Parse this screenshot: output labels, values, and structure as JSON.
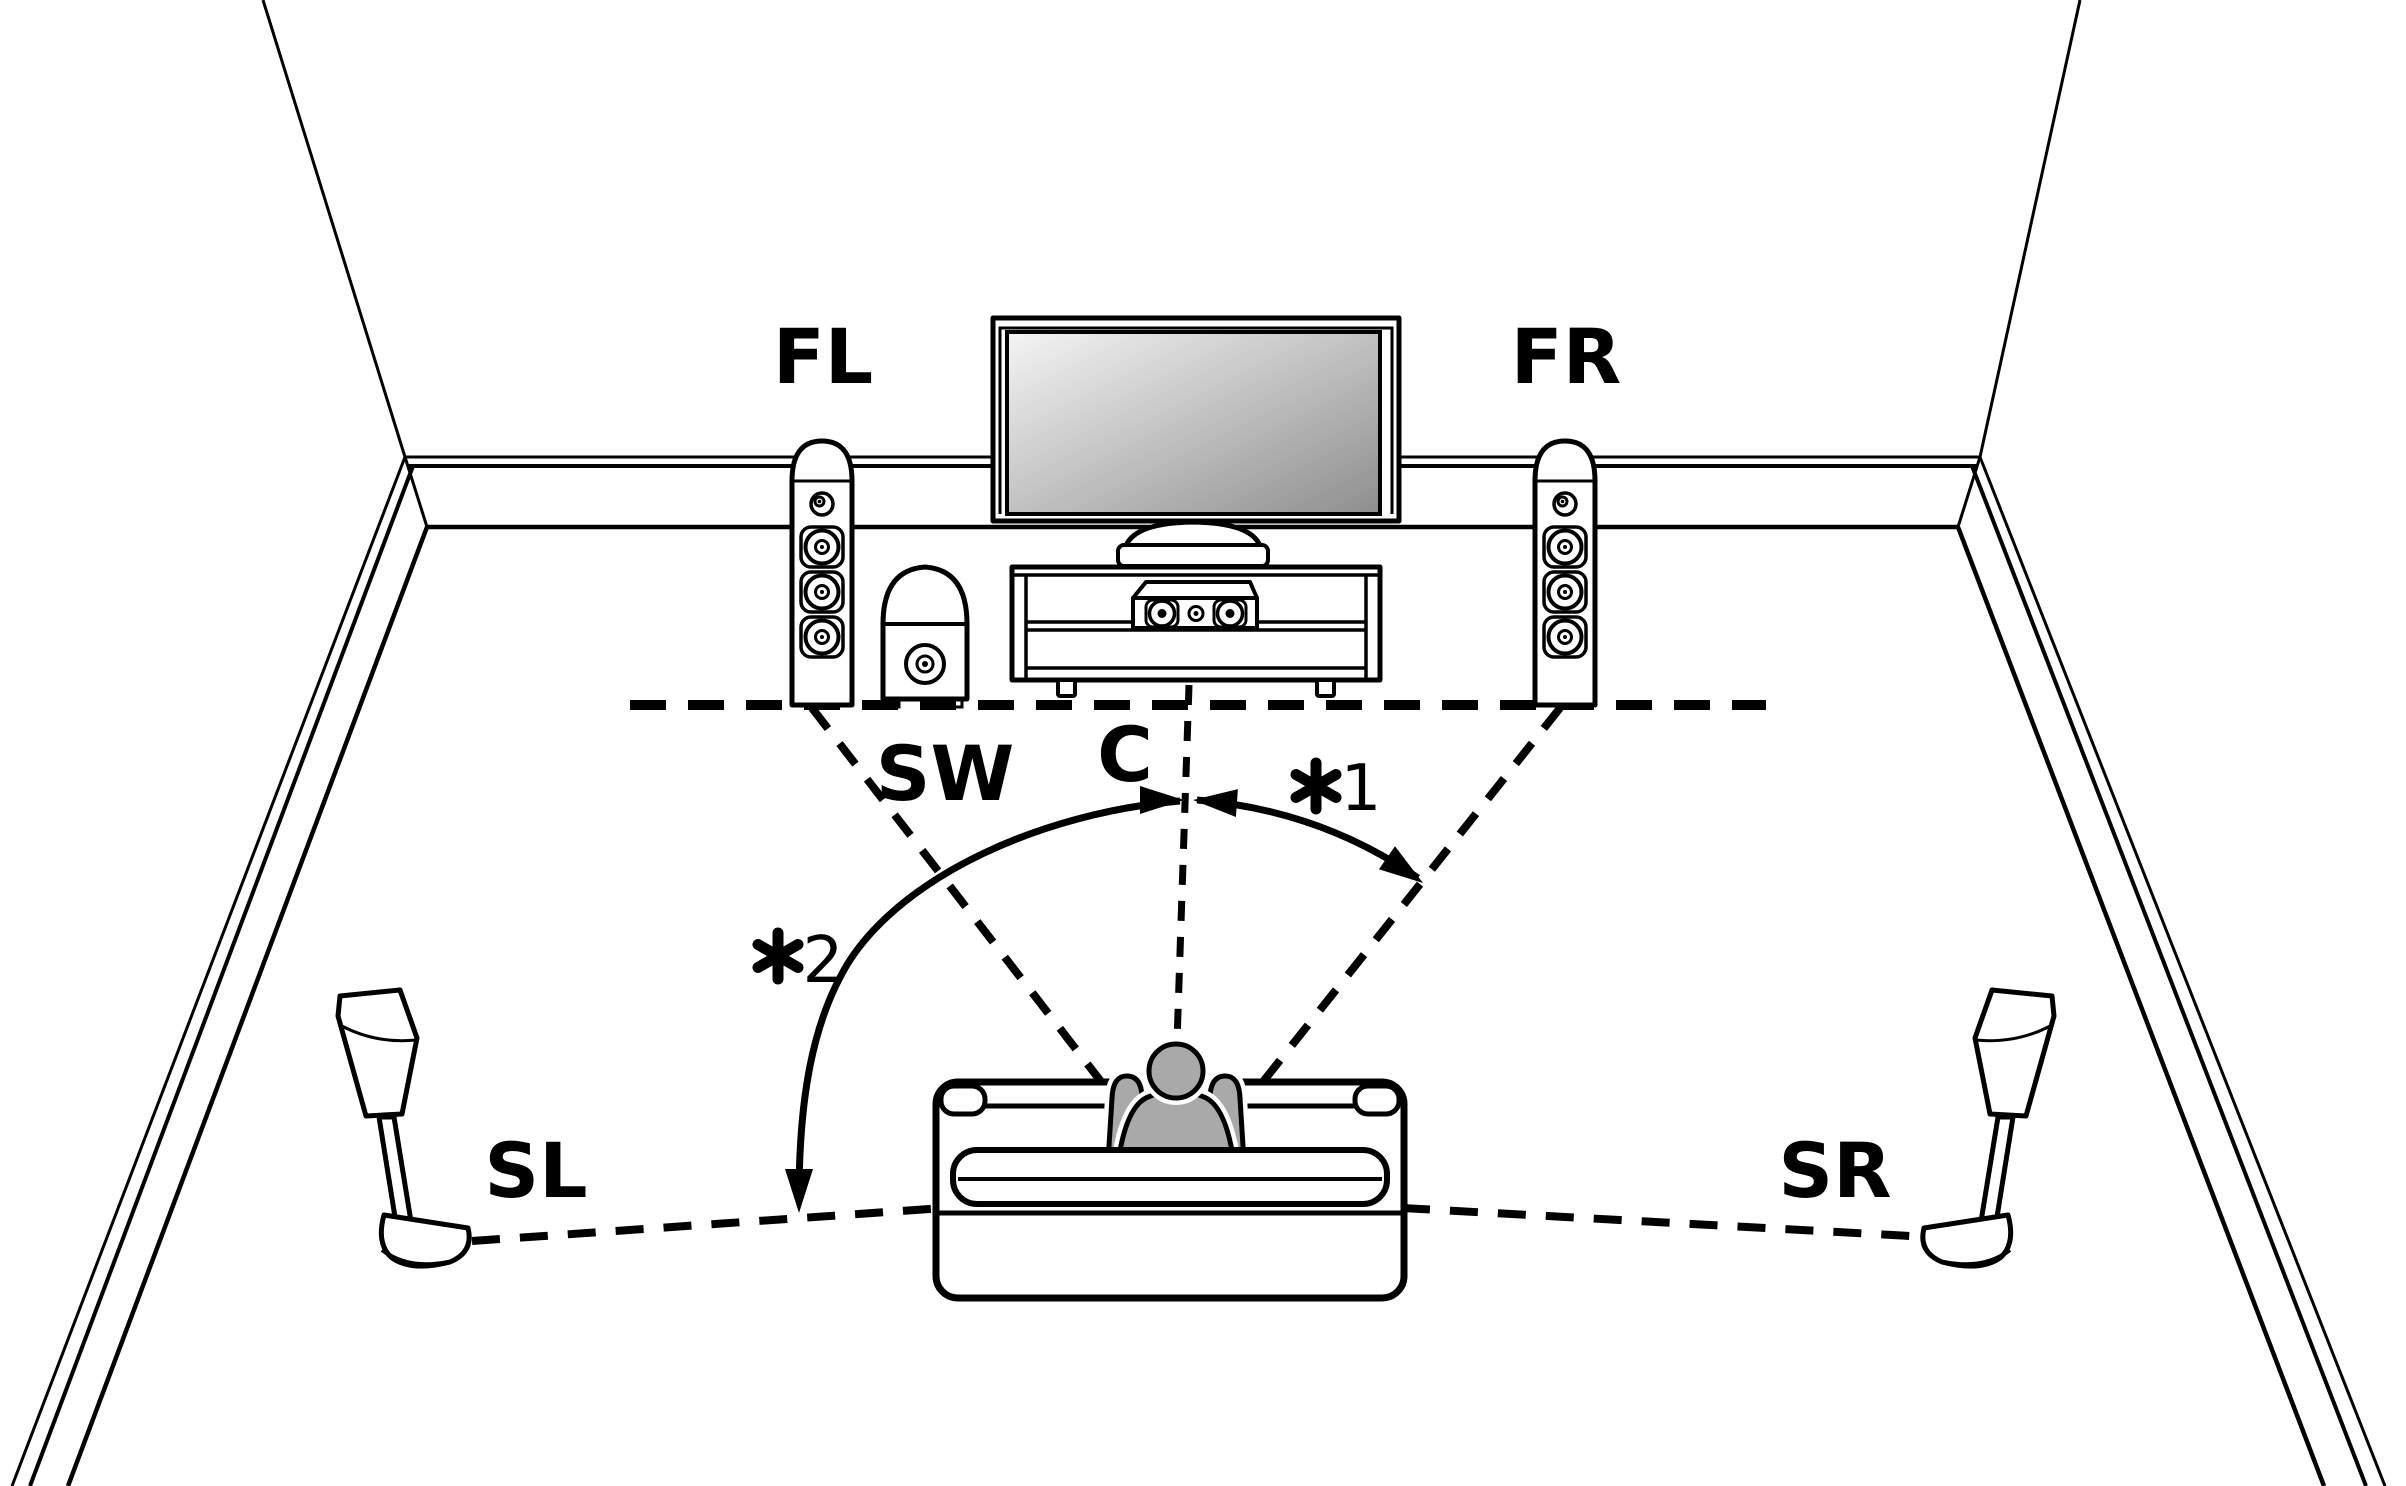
{
  "diagram": {
    "labels": {
      "front_left": "FL",
      "front_right": "FR",
      "center": "C",
      "subwoofer": "SW",
      "surround_left": "SL",
      "surround_right": "SR"
    },
    "notes": {
      "note1": {
        "symbol": "✻",
        "number": "1"
      },
      "note2": {
        "symbol": "✻",
        "number": "2"
      }
    },
    "colors": {
      "line": "#000000",
      "background": "#ffffff",
      "person": "#a9a9a9",
      "screen_top": "#f4f4f4",
      "screen_bottom": "#8e8e8e"
    }
  }
}
